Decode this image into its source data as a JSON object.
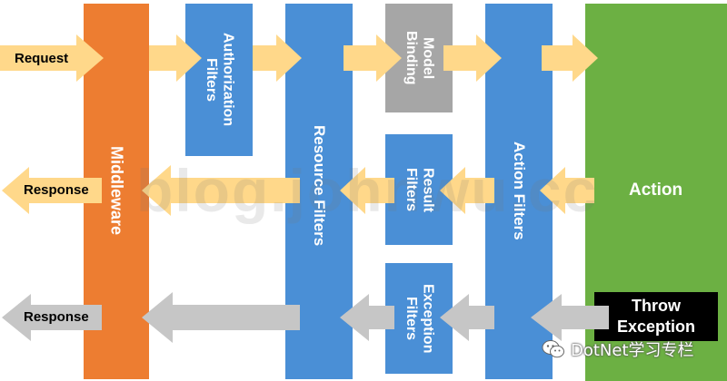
{
  "colors": {
    "orange": "#ED7D31",
    "blue": "#4A8FD6",
    "green": "#6CB043",
    "gray_box": "#A6A6A6",
    "arrow_yellow": "#FFD88A",
    "arrow_gray": "#C6C6C6",
    "throw_box": "#000000"
  },
  "labels": {
    "request": "Request",
    "response_top": "Response",
    "response_bottom": "Response",
    "middleware": "Middleware",
    "authorization_filters": "Authorization\nFilters",
    "resource_filters": "Resource Filters",
    "model_binding": "Model\nBinding",
    "result_filters": "Result\nFilters",
    "exception_filters": "Exception\nFilters",
    "action_filters": "Action Filters",
    "action": "Action",
    "throw_exception": "Throw\nException"
  },
  "watermark": "blog.johnwu.cc",
  "footer_text": "DotNet学习专栏"
}
